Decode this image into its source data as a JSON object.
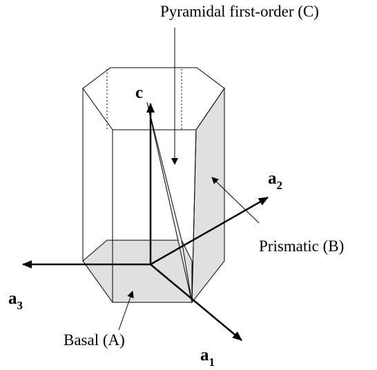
{
  "labels": {
    "pyramidal": "Pyramidal first-order (C)",
    "prismatic": "Prismatic (B)",
    "basal": "Basal (A)"
  },
  "axes": {
    "c": {
      "letter": "c",
      "sub": ""
    },
    "a1": {
      "letter": "a",
      "sub": "1"
    },
    "a2": {
      "letter": "a",
      "sub": "2"
    },
    "a3": {
      "letter": "a",
      "sub": "3"
    }
  },
  "colors": {
    "face_fill": "#e0e0e0",
    "pyramidal_fill": "#efefef",
    "line": "#000000"
  }
}
